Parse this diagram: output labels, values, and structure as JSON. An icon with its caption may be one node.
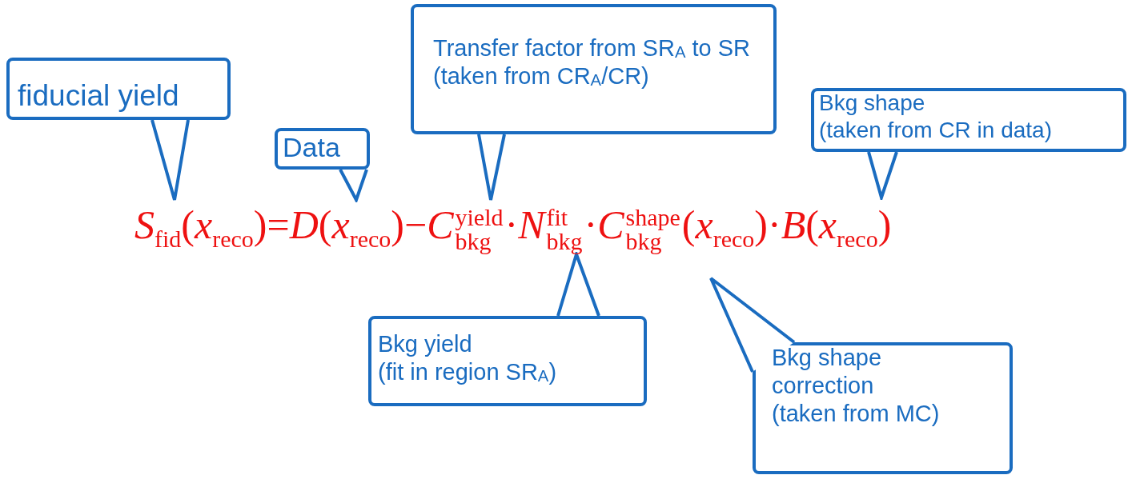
{
  "diagram": {
    "nodes": [
      {
        "text": [
          "fiducial yield"
        ]
      },
      {
        "text": [
          "Data"
        ]
      },
      {
        "text": [
          "Transfer factor from SR$_{A}$ to SR (taken from CR$_{A}$/CR)"
        ]
      },
      {
        "text": [
          "Bkg shape",
          "(taken from CR in data)"
        ]
      },
      {
        "text": [
          "Bkg yield",
          "(fit in region SR$_{A}$)"
        ]
      },
      {
        "text": [
          "Bkg shape correction",
          "(taken from MC)"
        ]
      }
    ],
    "labels": [
      "*S*$_{fid}$(*x*$_{reco}$)=*D*(*x*$_{reco}$)−*C*$^{yield}$$_{bkg}$·*N*$^{fit}$$_{bkg}$·*C*$^{shape}$$_{bkg}$(*x*$_{reco}$)·*B*(*x*$_{reco}$)"
    ]
  }
}
